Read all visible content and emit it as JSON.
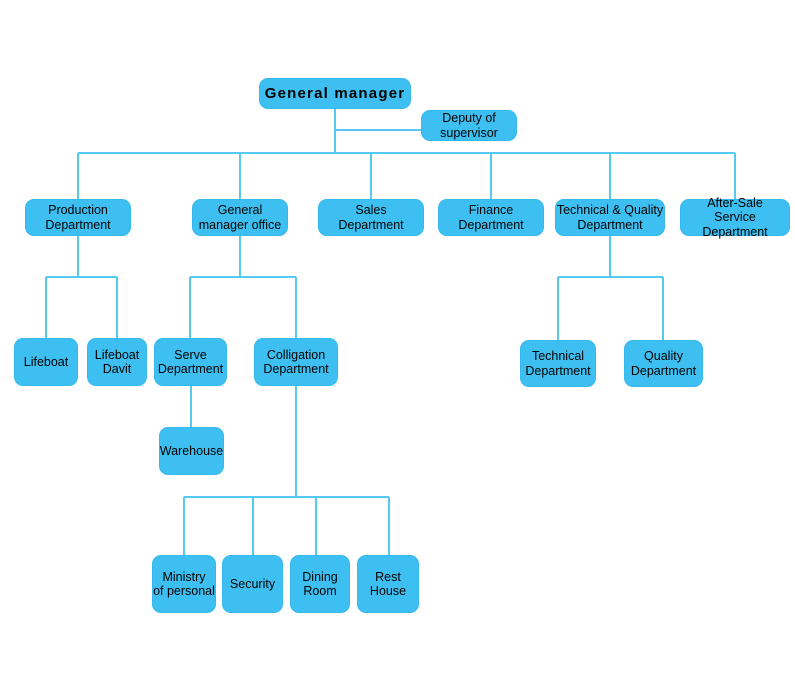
{
  "org": {
    "root": {
      "label": "General manager",
      "assistant": {
        "label": "Deputy of\nsupervisor"
      },
      "children": [
        {
          "label": "Production\nDepartment",
          "children": [
            {
              "label": "Lifeboat"
            },
            {
              "label": "Lifeboat\nDavit"
            }
          ]
        },
        {
          "label": "General\nmanager office",
          "children": [
            {
              "label": "Serve\nDepartment",
              "children": [
                {
                  "label": "Warehouse"
                }
              ]
            },
            {
              "label": "Colligation\nDepartment",
              "children": [
                {
                  "label": "Ministry\nof  personal"
                },
                {
                  "label": "Security"
                },
                {
                  "label": "Dining\nRoom"
                },
                {
                  "label": "Rest\nHouse"
                }
              ]
            }
          ]
        },
        {
          "label": "Sales\nDepartment"
        },
        {
          "label": "Finance\nDepartment"
        },
        {
          "label": "Technical & Quality\nDepartment",
          "children": [
            {
              "label": "Technical\nDepartment"
            },
            {
              "label": "Quality\nDepartment"
            }
          ]
        },
        {
          "label": "After-Sale\nService Department"
        }
      ]
    }
  },
  "colors": {
    "background": "#ffffff",
    "node_fill": "#3dc0f1",
    "node_border": "#35b8ec",
    "connector": "#55c9f2",
    "text": "#000000"
  }
}
